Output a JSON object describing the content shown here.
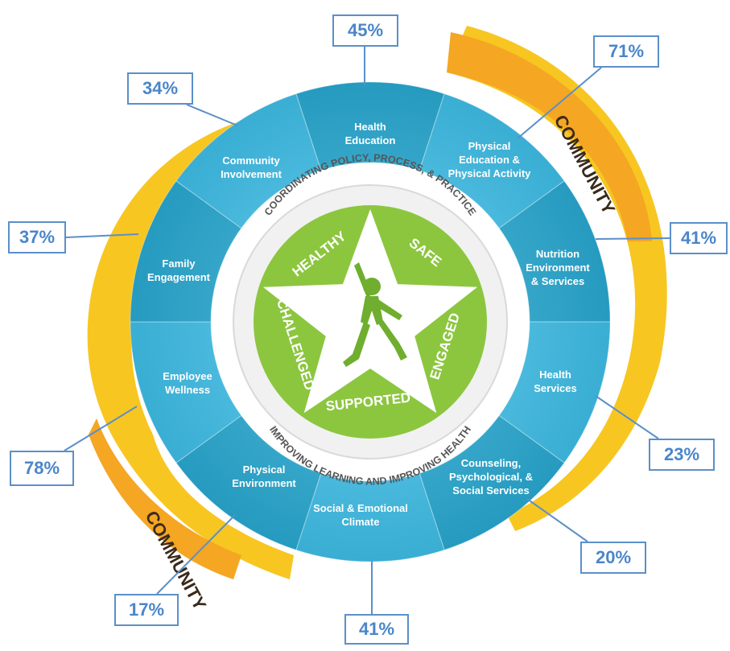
{
  "colors": {
    "ring_dark": "#1f93b8",
    "ring_light": "#5cc5e3",
    "community_yellow": "#f7c621",
    "community_orange": "#f5a623",
    "inner_green": "#8cc63f",
    "inner_green_dark": "#6fae2e",
    "callout_border": "#5b8fc9",
    "callout_text": "#4a86c9"
  },
  "community": {
    "left_label": "COMMUNITY",
    "right_label": "COMMUNITY"
  },
  "inner_ring": {
    "top_text": "COORDINATING POLICY, PROCESS, & PRACTICE",
    "bottom_text": "IMPROVING LEARNING AND IMPROVING HEALTH"
  },
  "star_words": [
    "HEALTHY",
    "SAFE",
    "ENGAGED",
    "SUPPORTED",
    "CHALLENGED"
  ],
  "center_icon": "jumping-child-silhouette-icon",
  "segments": [
    {
      "id": "health-education",
      "lines": [
        "Health",
        "Education"
      ],
      "percent": "45%"
    },
    {
      "id": "physical-education",
      "lines": [
        "Physical",
        "Education &",
        "Physical Activity"
      ],
      "percent": "71%"
    },
    {
      "id": "nutrition",
      "lines": [
        "Nutrition",
        "Environment",
        "& Services"
      ],
      "percent": "41%"
    },
    {
      "id": "health-services",
      "lines": [
        "Health",
        "Services"
      ],
      "percent": "23%"
    },
    {
      "id": "counseling",
      "lines": [
        "Counseling,",
        "Psychological, &",
        "Social Services"
      ],
      "percent": "20%"
    },
    {
      "id": "social-emotional",
      "lines": [
        "Social & Emotional",
        "Climate"
      ],
      "percent": "41%"
    },
    {
      "id": "physical-environment",
      "lines": [
        "Physical",
        "Environment"
      ],
      "percent": "17%"
    },
    {
      "id": "employee-wellness",
      "lines": [
        "Employee",
        "Wellness"
      ],
      "percent": "78%"
    },
    {
      "id": "family-engagement",
      "lines": [
        "Family",
        "Engagement"
      ],
      "percent": "37%"
    },
    {
      "id": "community-involvement",
      "lines": [
        "Community",
        "Involvement"
      ],
      "percent": "34%"
    }
  ]
}
